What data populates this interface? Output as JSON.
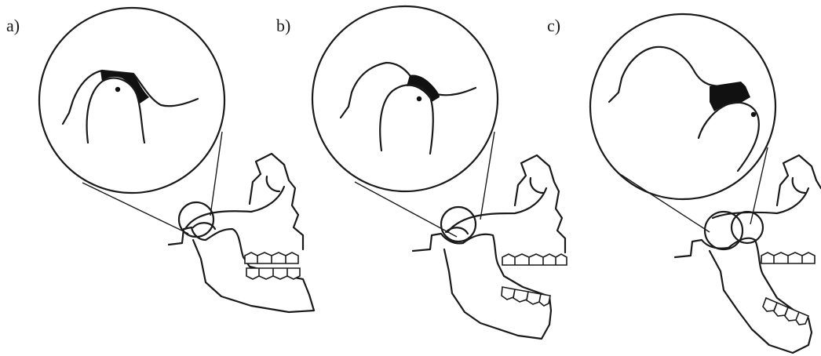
{
  "panels": [
    {
      "id": "a",
      "label": "a)"
    },
    {
      "id": "b",
      "label": "b)"
    },
    {
      "id": "c",
      "label": "c)"
    }
  ],
  "colors": {
    "line": "#1a1a1a",
    "fill": "#111111",
    "background": "#ffffff"
  }
}
